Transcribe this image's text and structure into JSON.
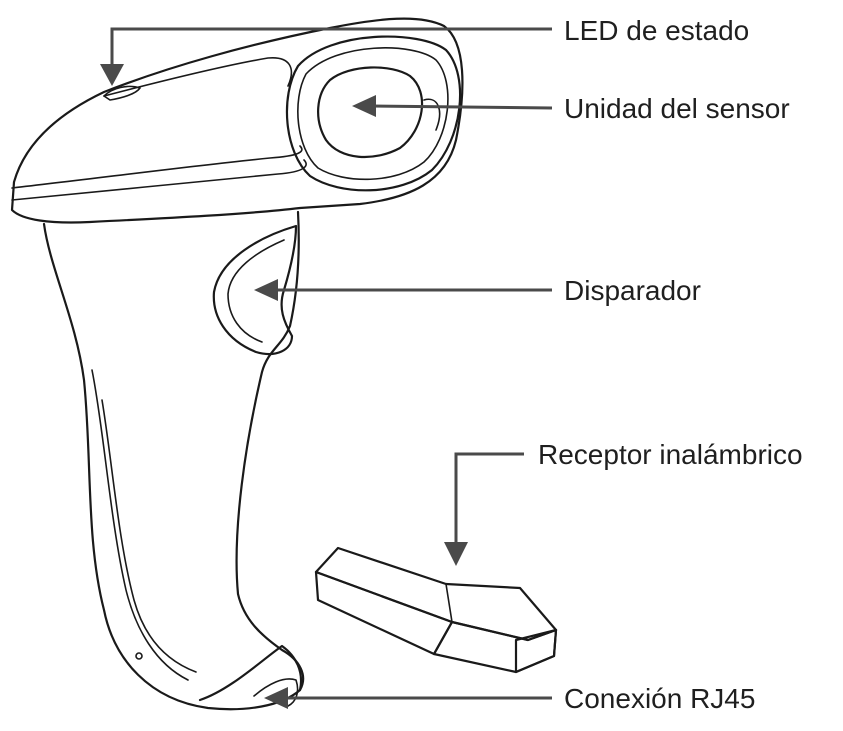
{
  "labels": {
    "status_led": "LED de estado",
    "sensor_unit": "Unidad del sensor",
    "trigger": "Disparador",
    "wireless_receiver": "Receptor inalámbrico",
    "rj45_connection": "Conexión RJ45"
  },
  "colors": {
    "outline": "#1a1a1a",
    "leader_line": "#4a4a4a",
    "background": "#ffffff"
  }
}
